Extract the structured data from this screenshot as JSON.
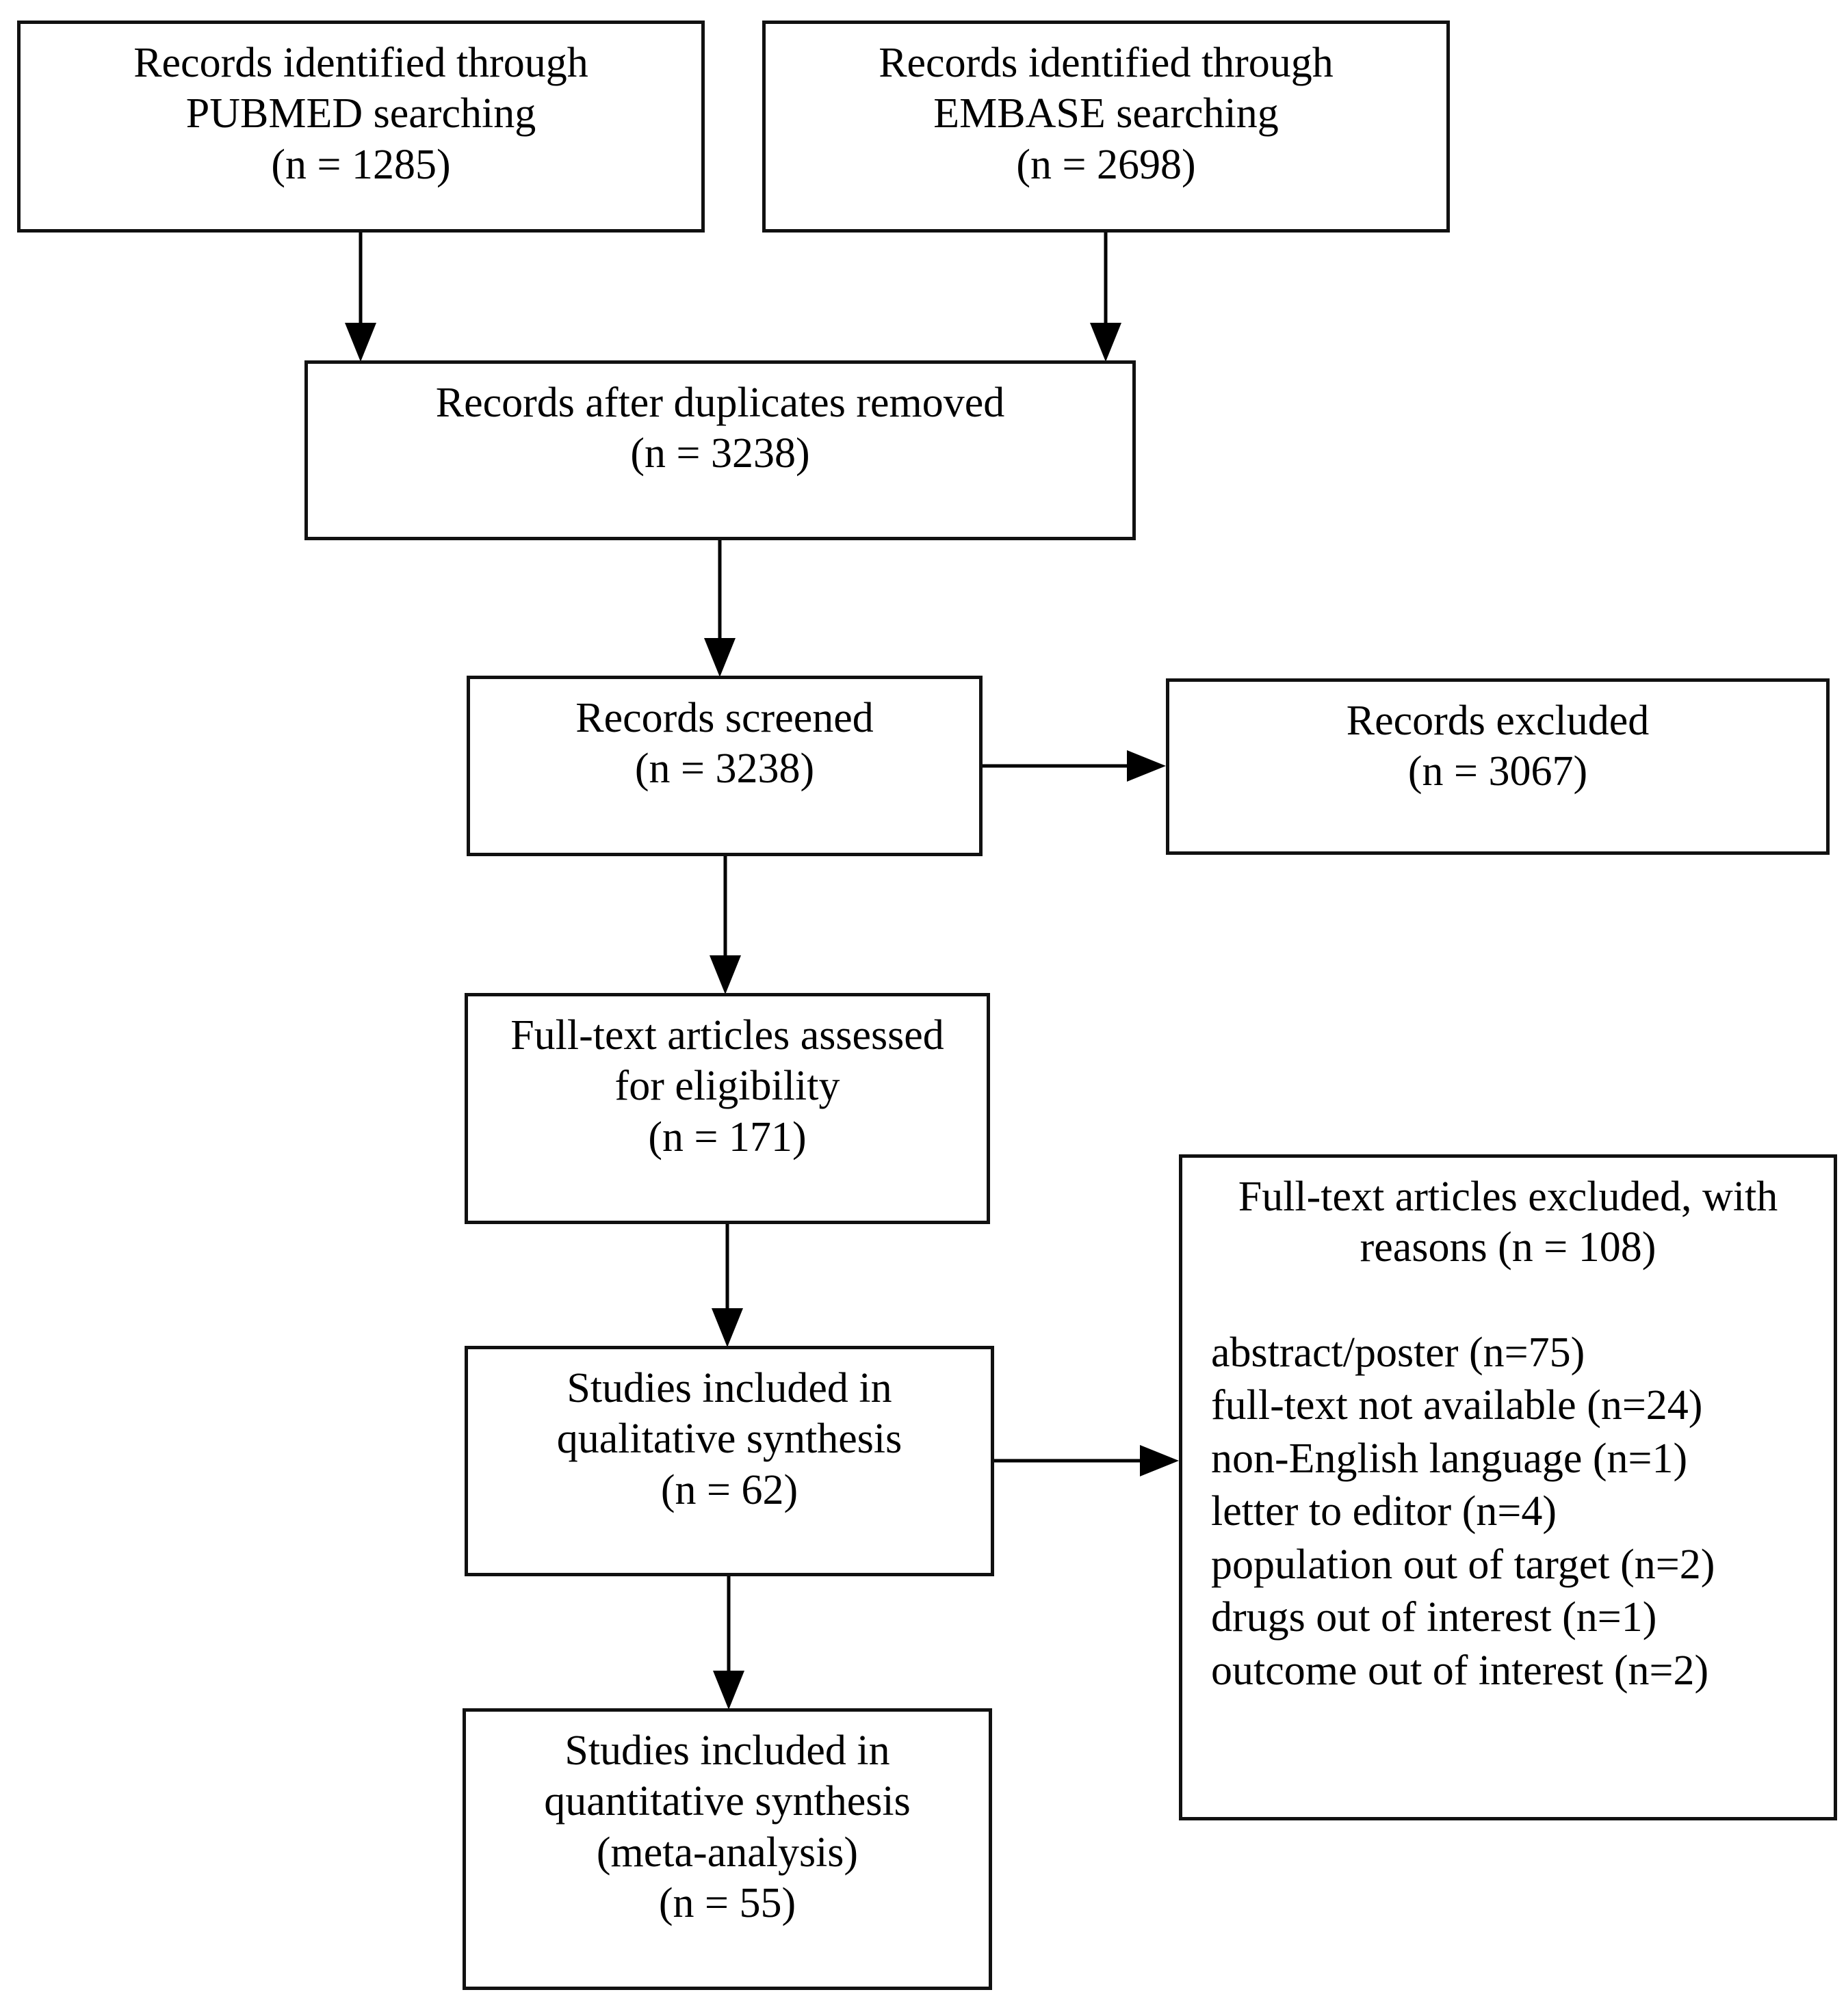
{
  "diagram": {
    "type": "prisma-flow",
    "colors": {
      "border": "#111111",
      "text": "#000000",
      "background": "#ffffff",
      "arrow": "#000000"
    },
    "boxes": {
      "pubmed": {
        "text": "Records identified through\nPUBMED searching\n(n = 1285)"
      },
      "embase": {
        "text": "Records identified through\nEMBASE searching\n(n = 2698)"
      },
      "duplicates_removed": {
        "text": "Records after duplicates removed\n(n = 3238)"
      },
      "screened": {
        "text": "Records screened\n(n = 3238)"
      },
      "records_excluded": {
        "text": "Records excluded\n(n = 3067)"
      },
      "fulltext_assessed": {
        "text": "Full-text articles assessed\nfor eligibility\n(n = 171)"
      },
      "qualitative": {
        "text": "Studies included in\nqualitative synthesis\n(n = 62)"
      },
      "fulltext_excluded": {
        "heading": "Full-text articles excluded, with\nreasons (n = 108)",
        "reasons": [
          "abstract/poster (n=75)",
          "full-text not available (n=24)",
          "non-English language (n=1)",
          "letter to editor (n=4)",
          "population out of target (n=2)",
          "drugs out of interest (n=1)",
          "outcome out of interest (n=2)"
        ]
      },
      "quantitative": {
        "text": "Studies included in\nquantitative synthesis\n(meta-analysis)\n(n = 55)"
      }
    }
  }
}
